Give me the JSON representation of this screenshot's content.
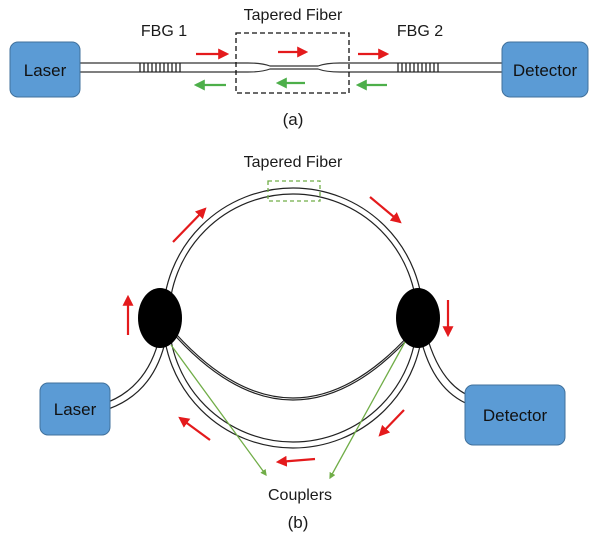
{
  "colors": {
    "box_fill": "#5B9BD5",
    "box_stroke": "#41719C",
    "forward_arrow": "#E41A1C",
    "backward_arrow": "#4DAF4A",
    "pointer_line": "#70AD47",
    "coupler_fill": "#000000",
    "fiber_stroke": "#333333"
  },
  "panel_a": {
    "laser_label": "Laser",
    "detector_label": "Detector",
    "fbg1_label": "FBG 1",
    "fbg2_label": "FBG 2",
    "tapered_label": "Tapered Fiber",
    "caption": "(a)"
  },
  "panel_b": {
    "tapered_label": "Tapered Fiber",
    "laser_label": "Laser",
    "detector_label": "Detector",
    "couplers_label": "Couplers",
    "caption": "(b)"
  }
}
